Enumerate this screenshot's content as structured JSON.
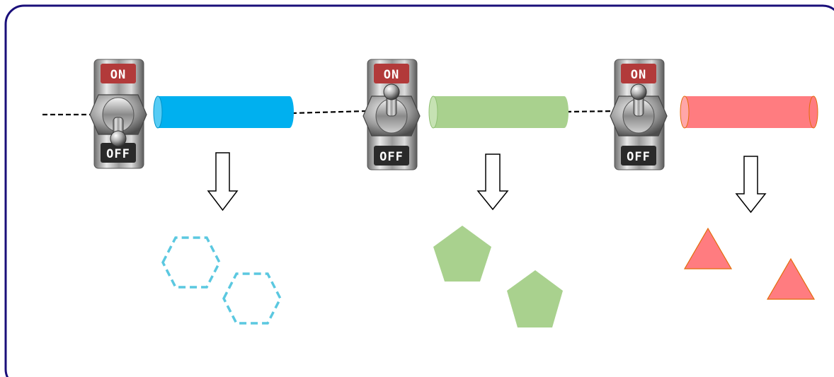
{
  "colors": {
    "frame_border": "#1a0f7a",
    "wire": "#000000",
    "tube_blue": "#00b0ef",
    "tube_green": "#a9d18e",
    "tube_red": "#ff7c80",
    "hexagon": "#5bc8e0",
    "pentagon": "#a9d18e",
    "triangle": "#ff7c80",
    "triangle_stroke": "#e36c0a",
    "switch_on_plate": "#b23a3a",
    "switch_off_plate": "#2a2a2a"
  },
  "switches": [
    {
      "name": "switch-1",
      "on_label": "ON",
      "off_label": "OFF",
      "position": "off"
    },
    {
      "name": "switch-2",
      "on_label": "ON",
      "off_label": "OFF",
      "position": "on"
    },
    {
      "name": "switch-3",
      "on_label": "ON",
      "off_label": "OFF",
      "position": "on"
    }
  ],
  "outputs": [
    {
      "shape": "hexagon",
      "style": "dashed-outline",
      "count": 2
    },
    {
      "shape": "pentagon",
      "style": "filled",
      "count": 2
    },
    {
      "shape": "triangle",
      "style": "filled",
      "count": 2
    }
  ]
}
